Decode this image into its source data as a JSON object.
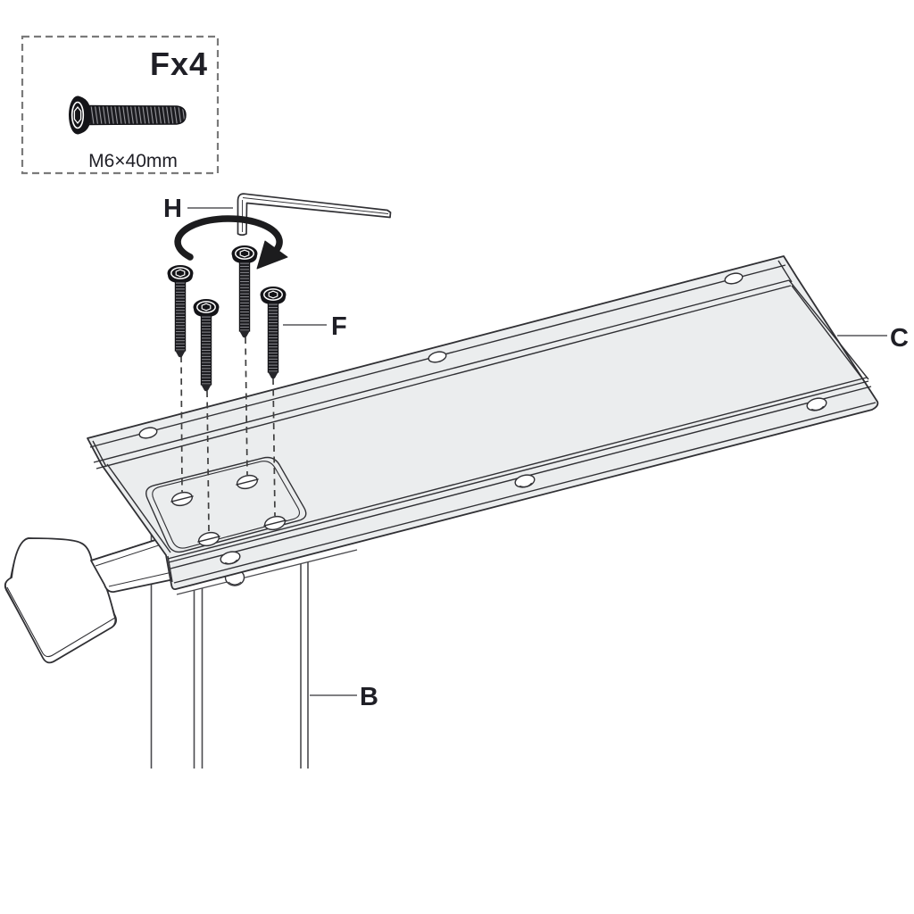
{
  "diagram": {
    "kind": "furniture-assembly-step",
    "parts_box": {
      "qty_label": "Fx4",
      "size_label": "M6×40mm",
      "part_icon": "hex-socket-screw-icon"
    },
    "callouts": {
      "tool": "H",
      "screws": "F",
      "bracket": "C",
      "leg": "B"
    },
    "elements": [
      "allen-key-icon",
      "rotation-arrow-icon",
      "four-screws",
      "mounting-bracket-plate",
      "table-leg-column",
      "release-handle"
    ]
  },
  "colors": {
    "line": "#303034",
    "thin_line": "#4a4a4e",
    "plate_fill": "#ebedee",
    "text": "#1f1f26",
    "screw_black": "#141418",
    "dashed_guide": "#3f3f3f"
  }
}
